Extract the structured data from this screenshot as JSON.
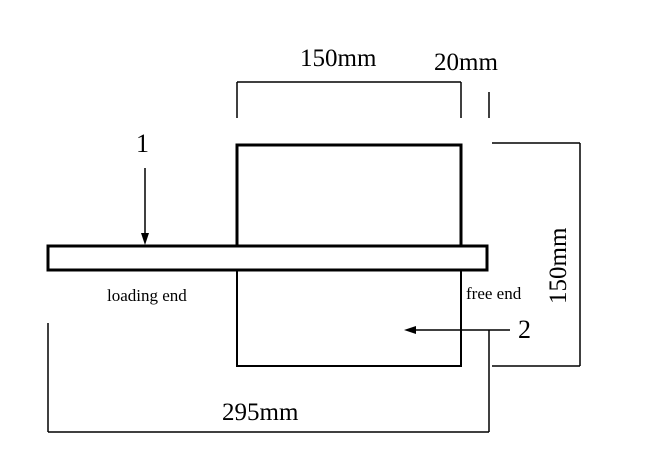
{
  "dimensions": {
    "block_width": "150mm",
    "gap": "20mm",
    "block_height": "150mm",
    "total_length": "295mm"
  },
  "labels": {
    "marker_1": "1",
    "marker_2": "2",
    "loading_end": "loading end",
    "free_end": "free end"
  },
  "colors": {
    "ink": "#000000",
    "background": "#ffffff"
  }
}
